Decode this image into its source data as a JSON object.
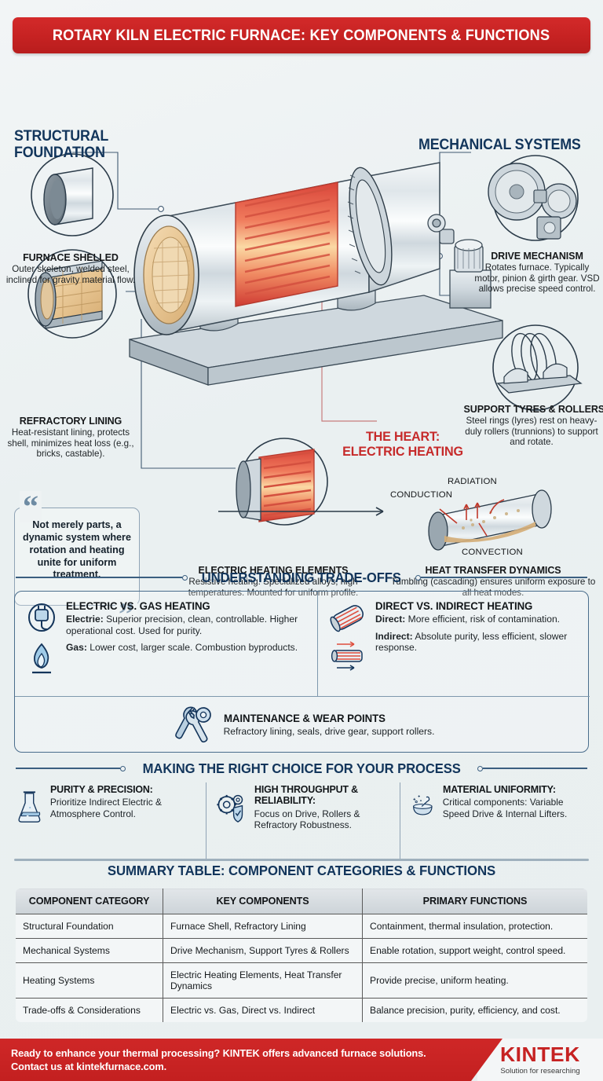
{
  "title": "ROTARY KILN ELECTRIC FURNACE: KEY COMPONENTS & FUNCTIONS",
  "colors": {
    "brand_red": "#c62222",
    "navy": "#12355b",
    "heart_red": "#c62a2a",
    "background": "#eef2f3"
  },
  "hero": {
    "headings": {
      "structural": "STRUCTURAL\nFOUNDATION",
      "structural_line1": "STRUCTURAL",
      "structural_line2": "FOUNDATION",
      "mechanical": "MECHANICAL SYSTEMS"
    },
    "heart": {
      "line1": "THE HEART:",
      "line2": "ELECTRIC HEATING"
    },
    "callouts": [
      {
        "id": "furnace-shell",
        "title": "FURNACE SHELLED",
        "body": "Outer skeleton, welded steel, inclined for gravity material flow."
      },
      {
        "id": "refractory-lining",
        "title": "REFRACTORY LINING",
        "body": "Heat-resistant lining, protects shell, minimizes heat loss (e.g., bricks, castable)."
      },
      {
        "id": "drive-mechanism",
        "title": "DRIVE MECHANISM",
        "body": "Rotates furnace. Typically motor, pinion & girth gear. VSD allows precise speed control."
      },
      {
        "id": "support-tyres-rollers",
        "title": "SUPPORT TYRES & ROLLERS",
        "body": "Steel rings (lyres) rest on heavy-duly rollers (trunnions) to support and rotate."
      },
      {
        "id": "electric-heating-elements",
        "title": "ELECTRIC HEATING ELEMENTS",
        "body": "Resistive heating. Specialized alloys, high temperatures. Mounted for uniform profile."
      },
      {
        "id": "heat-transfer-dynamics",
        "title": "HEAT TRANSFER DYNAMICS",
        "body": "Tumbling (cascading) ensures uniform exposure to all heat modes."
      }
    ],
    "heat_modes": {
      "radiation": "RADIATION",
      "conduction": "CONDUCTION",
      "convection": "CONVECTION"
    },
    "quote": "Not merely parts, a dynamic system where rotation and heating unite for uniform treatment.",
    "quote_open": "“",
    "quote_close": "”"
  },
  "tradeoffs": {
    "section_title": "UNDERSTANDING TRADE-OFFS",
    "electric_vs_gas": {
      "heading": "ELECTRIC VS. GAS HEATING",
      "electric_label": "Electrie:",
      "electric_text": " Superior precision, clean, controllable. Higher operational cost. Used for purity.",
      "gas_label": "Gas:",
      "gas_text": " Lower cost, larger scale. Combustion byproducts."
    },
    "direct_vs_indirect": {
      "heading": "DIRECT VS. INDIRECT HEATING",
      "direct_label": "Direct:",
      "direct_text": " More efficient, risk of contamination.",
      "indirect_label": "Indirect:",
      "indirect_text": " Absolute purity, less efficient, slower response."
    },
    "maintenance": {
      "heading": "MAINTENANCE & WEAR POINTS",
      "text": "Refractory lining, seals, drive gear, support rollers."
    }
  },
  "choice": {
    "section_title": "MAKING THE RIGHT CHOICE FOR YOUR PROCESS",
    "items": [
      {
        "icon": "flask-icon",
        "heading": "PURITY & PRECISION:",
        "body": "Prioritize Indirect Electric & Atmosphere Control."
      },
      {
        "icon": "gears-shield-icon",
        "heading_line1": "HIGH THROUGHPUT &",
        "heading_line2": "RELIABILITY:",
        "body": "Focus on Drive, Rollers & Refractory Robustness."
      },
      {
        "icon": "mortar-bowl-icon",
        "heading": "MATERIAL UNIFORMITY:",
        "body": "Critical components: Variable Speed Drive & Internal Lifters."
      }
    ]
  },
  "summary": {
    "title": "SUMMARY TABLE: COMPONENT CATEGORIES & FUNCTIONS",
    "headers": [
      "COMPONENT CATEGORY",
      "KEY COMPONENTS",
      "PRIMARY FUNCTIONS"
    ],
    "rows": [
      [
        "Structural Foundation",
        "Furnace Shell, Refractory Lining",
        "Containment, thermal insulation, protection."
      ],
      [
        "Mechanical Systems",
        "Drive Mechanism, Support Tyres & Rollers",
        "Enable rotation, support weight, control speed."
      ],
      [
        "Heating Systems",
        "Electric Heating Elements, Heat Transfer Dynamics",
        "Provide precise, uniform heating."
      ],
      [
        "Trade-offs & Considerations",
        "Electric vs. Gas, Direct vs. Indirect",
        "Balance precision, purity, efficiency, and cost."
      ]
    ]
  },
  "footer": {
    "cta": "Ready to enhance your thermal processing? KINTEK offers advanced furnace solutions. Contact us at kintekfurnace.com.",
    "brand": "KINTEK",
    "tagline": "Solution for researching"
  }
}
